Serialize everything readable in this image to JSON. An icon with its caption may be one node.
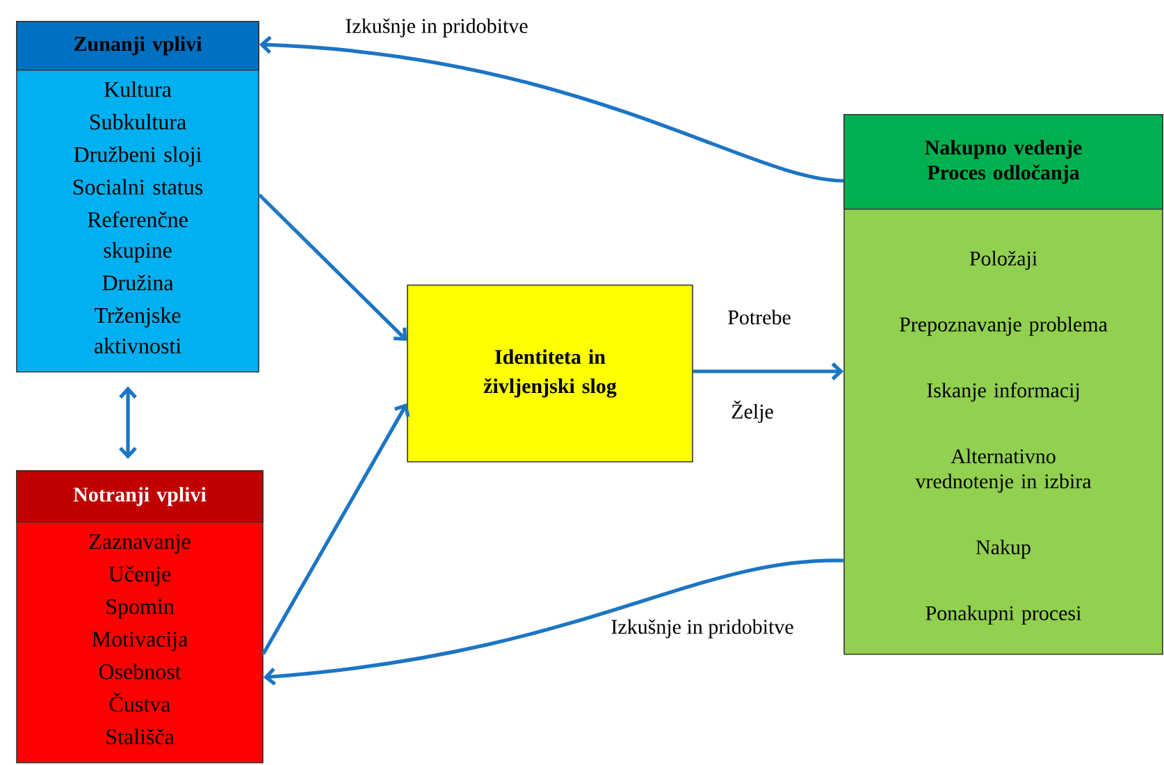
{
  "diagram": {
    "nodes": [
      {
        "text": [
          "Zunanji vplivi",
          "Kultura",
          "Subkultura",
          "Družbeni sloji",
          "Socialni status",
          "Referenčne skupine",
          "Družina",
          "Trženjske aktivnosti"
        ]
      },
      {
        "text": [
          "Notranji vplivi",
          "Zaznavanje",
          "Učenje",
          "Spomin",
          "Motivacija",
          "Osebnost",
          "Čustva",
          "Stališča"
        ]
      },
      {
        "text": [
          "Identiteta in življenjski slog"
        ]
      },
      {
        "text": [
          "Nakupno vedenje Proces odločanja",
          "Položaji",
          "Prepoznavanje problema",
          "Iskanje informacij",
          "Alternativno vrednotenje in izbira",
          "Nakup",
          "Ponakupni procesi"
        ]
      }
    ],
    "edges": [
      {
        "from": 3,
        "to": 0,
        "arrow": "to",
        "label": "Izkušnje in pridobitve"
      },
      {
        "from": 0,
        "to": 2,
        "arrow": "to"
      },
      {
        "from": 0,
        "to": 1,
        "arrow": "both"
      },
      {
        "from": 1,
        "to": 2,
        "arrow": "to"
      },
      {
        "from": 2,
        "to": 3,
        "arrow": "to",
        "label": "Potrebe"
      },
      {
        "from": 3,
        "to": 1,
        "arrow": "to",
        "label": "Izkušnje in pridobitve"
      }
    ],
    "labels": [
      "Želje"
    ]
  }
}
